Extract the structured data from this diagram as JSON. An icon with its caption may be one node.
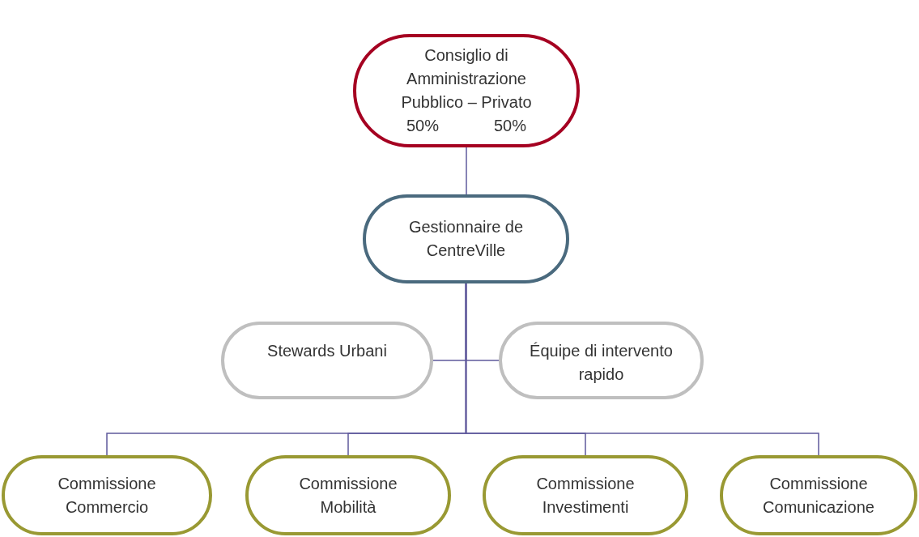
{
  "diagram": {
    "nodes": [
      {
        "text": [
          "Consiglio di Amministrazione Pubblico – Privato",
          "50%",
          "50%"
        ]
      },
      {
        "text": [
          "Gestionnaire de CentreVille"
        ]
      },
      {
        "text": [
          "Stewards Urbani"
        ]
      },
      {
        "text": [
          "Équipe di intervento rapido"
        ]
      },
      {
        "text": [
          "Commissione Commercio"
        ]
      },
      {
        "text": [
          "Commissione Mobilità"
        ]
      },
      {
        "text": [
          "Commissione Investimenti"
        ]
      },
      {
        "text": [
          "Commissione Comunicazione"
        ]
      }
    ],
    "edges": [
      {
        "from": 0,
        "to": 1,
        "arrow": "none"
      },
      {
        "from": 1,
        "to": 2,
        "arrow": "none"
      },
      {
        "from": 1,
        "to": 3,
        "arrow": "none"
      },
      {
        "from": 1,
        "to": 4,
        "arrow": "none"
      },
      {
        "from": 1,
        "to": 5,
        "arrow": "none"
      },
      {
        "from": 1,
        "to": 6,
        "arrow": "none"
      },
      {
        "from": 1,
        "to": 7,
        "arrow": "none"
      }
    ]
  }
}
